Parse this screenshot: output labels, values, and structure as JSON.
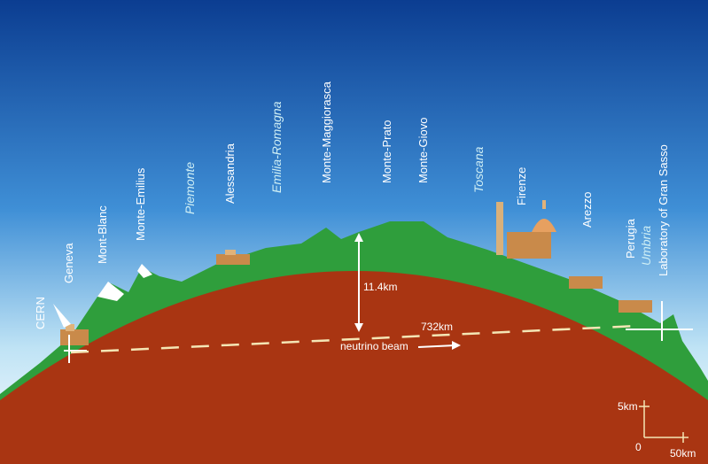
{
  "labels": {
    "cern": "CERN",
    "geneva": "Geneva",
    "mont_blanc": "Mont-Blanc",
    "monte_emilius": "Monte-Emilius",
    "piemonte": "Piemonte",
    "alessandria": "Alessandria",
    "emilia_romagna": "Emilia-Romagna",
    "monte_maggiorasca": "Monte-Maggiorasca",
    "monte_prato": "Monte-Prato",
    "monte_giovo": "Monte-Giovo",
    "toscana": "Toscana",
    "firenze": "Firenze",
    "arezzo": "Arezzo",
    "perugia": "Perugia",
    "umbria": "Umbria",
    "gran_sasso": "Laboratory of Gran Sasso"
  },
  "annotations": {
    "depth": "11.4km",
    "distance": "732km",
    "beam": "neutrino beam"
  },
  "scale": {
    "vertical": "5km",
    "origin": "0",
    "horizontal": "50km"
  },
  "colors": {
    "sky_top": "#0b3d91",
    "sky_bottom": "#ffffff",
    "earth": "#a93512",
    "grass": "#2f9e3c",
    "snow": "#ffffff"
  }
}
